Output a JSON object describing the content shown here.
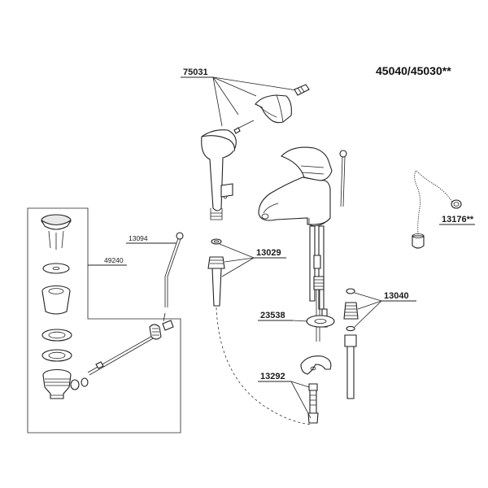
{
  "title": "45040/45030**",
  "parts": {
    "handshower_holder": "75031",
    "pop_up_rod": "13094",
    "drain_set": "49240",
    "hose_set": "13029",
    "mounting_washer": "23538",
    "fixing_set": "13292",
    "connection_set": "13040",
    "chain_plug": "13176**"
  }
}
